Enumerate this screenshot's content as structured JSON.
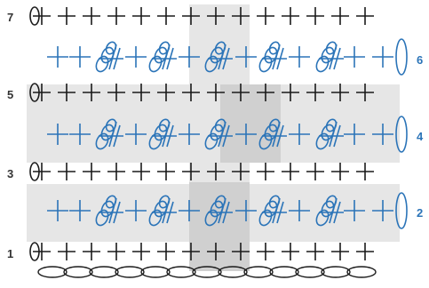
{
  "colors": {
    "black_ink": "#1a1a1a",
    "blue_ink": "#2b74b8",
    "shade_light": "#e6e6e6",
    "shade_dark": "#d0d0d0",
    "label_black": "#333333",
    "label_blue": "#2b74b8"
  },
  "row_labels_left": [
    "7",
    "5",
    "3",
    "1"
  ],
  "row_labels_right": [
    "6",
    "4",
    "2"
  ],
  "symbols": {
    "sc": "single-crochet-cross",
    "puff": "bullion-puff-stitch",
    "ch": "chain-oval",
    "turn": "turning-chain-loop"
  }
}
